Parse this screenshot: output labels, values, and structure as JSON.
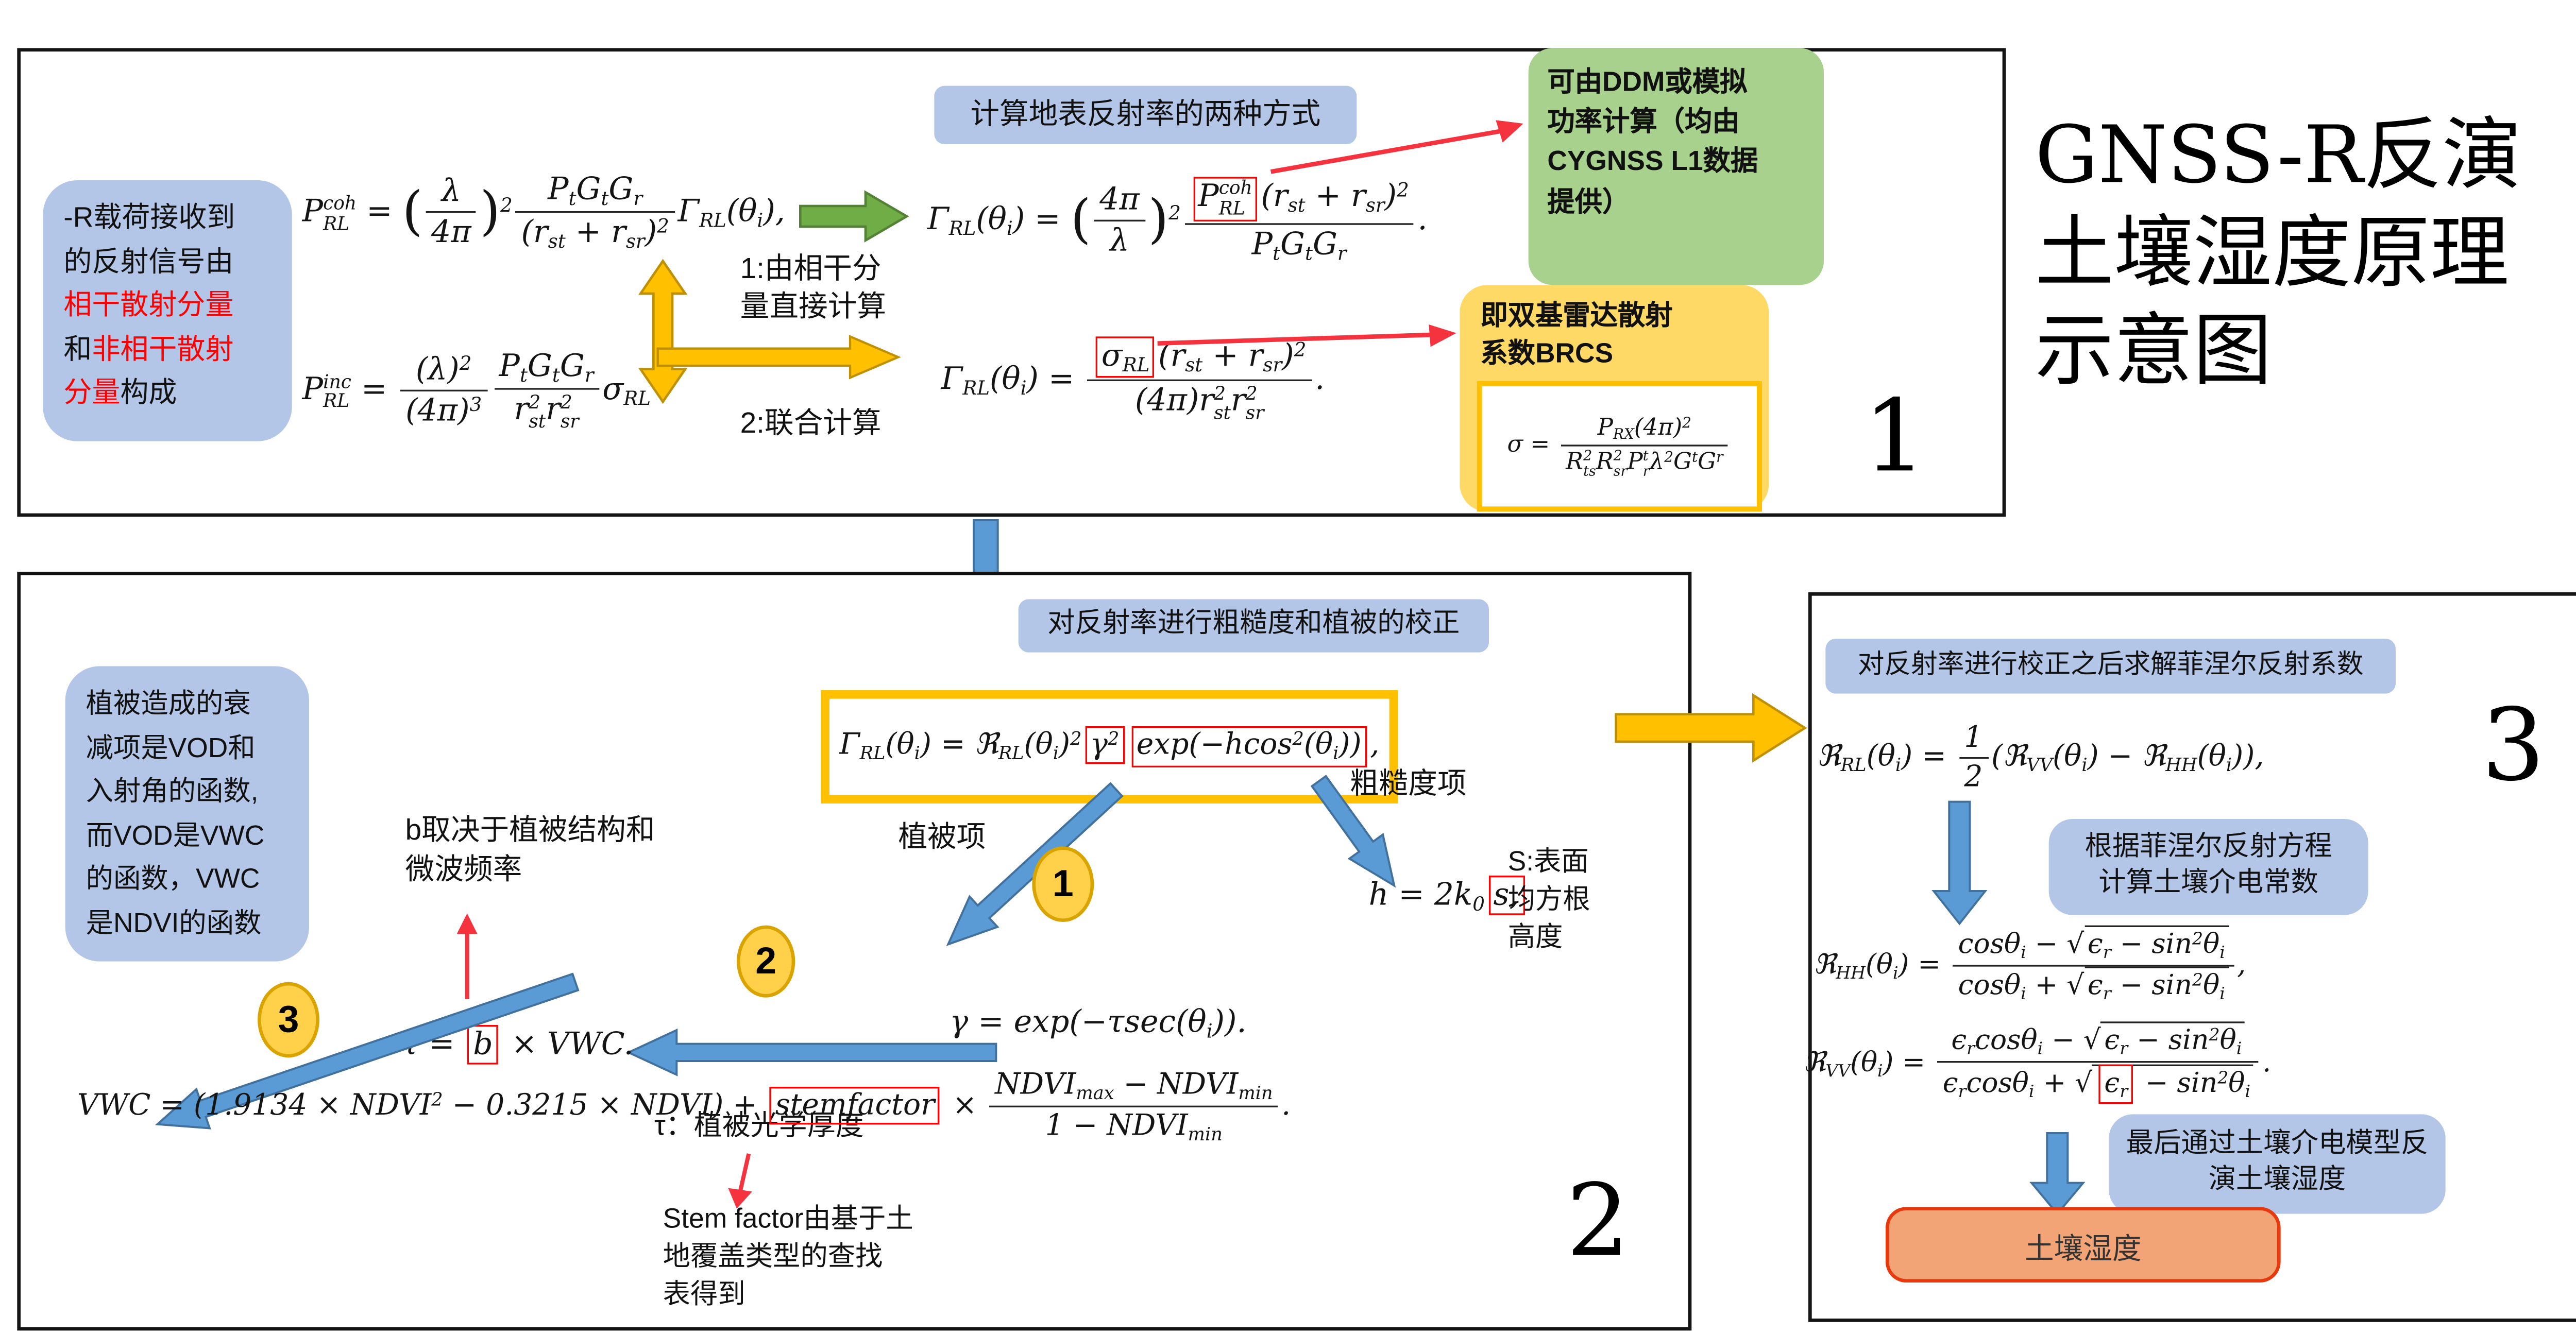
{
  "title": {
    "lines": [
      "GNSS-R反演",
      "土壤湿度原理",
      "示意图"
    ]
  },
  "colors": {
    "note_blue": "#b3c6e7",
    "note_green": "#a9d18e",
    "note_yellow": "#ffd966",
    "result_orange": "#f2a477",
    "arrow_blue": "#5b9bd5",
    "arrow_yellow": "#ffc000",
    "arrow_green": "#70ad47",
    "highlight_red": "#ff0000",
    "frame_black": "#141414"
  },
  "box1": {
    "number": "1",
    "note_html": "-R载荷接收到<br>的反射信号由<br><span class='red'>相干散射分量</span><br>和<span class='red'>非相干散射</span><br><span class='red'>分量</span>构成",
    "method_title": "计算地表反射率的两种方式",
    "green_note_html": "可由DDM或模拟<br>功率计算（均由<br>CYGNSS L1数据<br>提供）",
    "brcs_title_html": "即双基雷达散射<br>系数BRCS",
    "label_coherent_html": "1:由相干分<br>量直接计算",
    "label_joint": "2:联合计算",
    "formula_coh_html": "P<span class='ss'><span>coh</span><span>RL</span></span> = <span class='lp'>(</span><span class='fr'><span class='nu'>λ</span><span class='de'>4π</span></span><span class='rp'>)</span><sup>2</sup><span class='fr'><span class='nu'>P<sub>t</sub>G<sub>t</sub>G<sub>r</sub></span><span class='de'>(r<sub>st</sub> + r<sub>sr</sub>)<sup>2</sup></span></span>Γ<sub>RL</sub>(θ<sub>i</sub>),",
    "formula_inc_html": "P<span class='ss'><span>inc</span><span>RL</span></span> = <span class='fr'><span class='nu'>(λ)<sup>2</sup></span><span class='de'>(4π)<sup>3</sup></span></span><span class='fr'><span class='nu'>P<sub>t</sub>G<sub>t</sub>G<sub>r</sub></span><span class='de'>r<span class='ss'><span>2</span><span>st</span></span>r<span class='ss'><span>2</span><span>sr</span></span></span></span>σ<sub>RL</sub>",
    "formula_refl_coh_html": "Γ<sub>RL</sub>(θ<sub>i</sub>) = <span class='lp'>(</span><span class='fr'><span class='nu'>4π</span><span class='de'>λ</span></span><span class='rp'>)</span><sup>2</sup><span class='fr'><span class='nu'><span class='rbx'>P<span class='ss'><span>coh</span><span>RL</span></span></span>(r<sub>st</sub> + r<sub>sr</sub>)<sup>2</sup></span><span class='de'>P<sub>t</sub>G<sub>t</sub>G<sub>r</sub></span></span>.",
    "formula_refl_sigma_html": "Γ<sub>RL</sub>(θ<sub>i</sub>) = <span class='fr'><span class='nu'><span class='rbx'>σ<sub>RL</sub></span>(r<sub>st</sub> + r<sub>sr</sub>)<sup>2</sup></span><span class='de'>(4π)r<span class='ss'><span>2</span><span>st</span></span>r<span class='ss'><span>2</span><span>sr</span></span></span></span>.",
    "formula_brcs_html": "σ = <span class='fr'><span class='nu'>P<sub>RX</sub>(4π)<sup>2</sup></span><span class='de'>R<span class='ss'><span>2</span><span>ts</span></span>R<span class='ss'><span>2</span><span>sr</span></span>P<span class='ss'><span>t</span><span>r</span></span>λ<sup>2</sup>G<sup>t</sup>G<sup>r</sup></span></span>"
  },
  "box2": {
    "number": "2",
    "header": "对反射率进行粗糙度和植被的校正",
    "veg_note_html": "植被造成的衰<br>减项是VOD和<br>入射角的函数,<br>而VOD是VWC<br>的函数，VWC<br>是NDVI的函数",
    "veg_term_label": "植被项",
    "rough_term_label": "粗糙度项",
    "b_note_html": "b取决于植被结构和<br>微波频率",
    "tau_note": "τ：植被光学厚度",
    "s_note_html": "S:表面<br>均方根<br>高度",
    "stem_note_html": "Stem factor由基于土<br>地覆盖类型的查找<br>表得到",
    "circle1": "1",
    "circle2": "2",
    "circle3": "3",
    "formula_main_html": "Γ<sub>RL</sub>(θ<sub>i</sub>) = ℜ<sub>RL</sub>(θ<sub>i</sub>)<sup>2</sup><span class='rbx'>γ<sup>2</sup></span><span class='rbx'>exp(−hcos<sup>2</sup>(θ<sub>i</sub>))</span>,",
    "formula_gamma_html": "γ = exp(−τsec(θ<sub>i</sub>)).",
    "formula_h_html": "h = 2k<sub>0</sub><span class='rbx'>s,</span>",
    "formula_tau_html": "τ = <span class='rbx'>b</span> × VWC.",
    "formula_vwc_html": "VWC = (1.9134 × NDVI<sup>2</sup> − 0.3215 × NDVI) + <span class='rbx'>stemfactor</span> × <span class='fr'><span class='nu'>NDVI<sub>max</sub> − NDVI<sub>min</sub></span><span class='de'>1 − NDVI<sub>min</sub></span></span>."
  },
  "box3": {
    "number": "3",
    "header": "对反射率进行校正之后求解菲涅尔反射系数",
    "fresnel_note_html": "根据菲涅尔反射方程<br>计算土壤介电常数",
    "final_note_html": "最后通过土壤介电模型反<br>演土壤湿度",
    "result_label": "土壤湿度",
    "formula_rl_html": "ℜ<sub>RL</sub>(θ<sub>i</sub>) = <span class='fr'><span class='nu'>1</span><span class='de'>2</span></span>(ℜ<sub>VV</sub>(θ<sub>i</sub>) − ℜ<sub>HH</sub>(θ<sub>i</sub>)),",
    "formula_hh_html": "ℜ<sub>HH</sub>(θ<sub>i</sub>) = <span class='fr'><span class='nu'>cosθ<sub>i</sub> − <span class='sq'>√<span class='sqb'>ϵ<sub>r</sub> − sin<sup>2</sup>θ<sub>i</sub></span></span></span><span class='de'>cosθ<sub>i</sub> + <span class='sq'>√<span class='sqb'>ϵ<sub>r</sub> − sin<sup>2</sup>θ<sub>i</sub></span></span></span></span>,",
    "formula_vv_html": "ℜ<sub>VV</sub>(θ<sub>i</sub>) = <span class='fr'><span class='nu'>ϵ<sub>r</sub>cosθ<sub>i</sub> − <span class='sq'>√<span class='sqb'>ϵ<sub>r</sub> − sin<sup>2</sup>θ<sub>i</sub></span></span></span><span class='de'>ϵ<sub>r</sub>cosθ<sub>i</sub> + <span class='sq'>√<span class='sqb'><span class='rbx'>ϵ<sub>r</sub></span> − sin<sup>2</sup>θ<sub>i</sub></span></span></span></span>."
  }
}
